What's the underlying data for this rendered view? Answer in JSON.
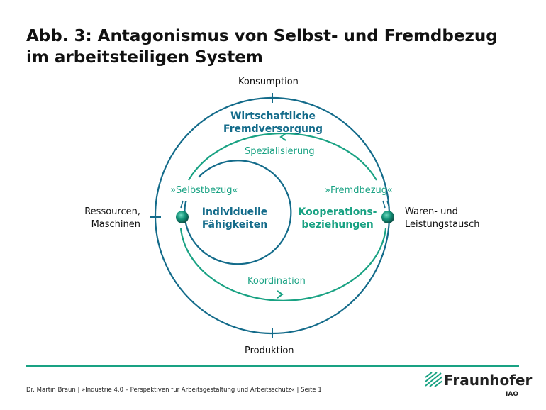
{
  "title": "Abb. 3: Antagonismus von Selbst- und Fremdbezug im arbeitsteiligen System",
  "diagram": {
    "top": "Konsumption",
    "bottom": "Produktion",
    "left_line1": "Ressourcen,",
    "left_line2": "Maschinen",
    "right_line1": "Waren- und",
    "right_line2": "Leistungstausch",
    "outer_label_line1": "Wirtschaftliche",
    "outer_label_line2": "Fremdversorgung",
    "spezialisierung": "Spezialisierung",
    "koordination": "Koordination",
    "selbstbezug": "»Selbstbezug«",
    "fremdbezug": "»Fremdbezug«",
    "inner_line1": "Individuelle",
    "inner_line2": "Fähigkeiten",
    "koop_line1": "Kooperations-",
    "koop_line2": "beziehungen"
  },
  "footer": {
    "text": "Dr. Martin Braun | »Industrie 4.0 – Perspektiven für Arbeitsgestaltung und Arbeitsschutz« | Seite 1"
  },
  "logo": {
    "name": "Fraunhofer",
    "sub": "IAO"
  },
  "colors": {
    "blue": "#136b8a",
    "green": "#19a283"
  }
}
